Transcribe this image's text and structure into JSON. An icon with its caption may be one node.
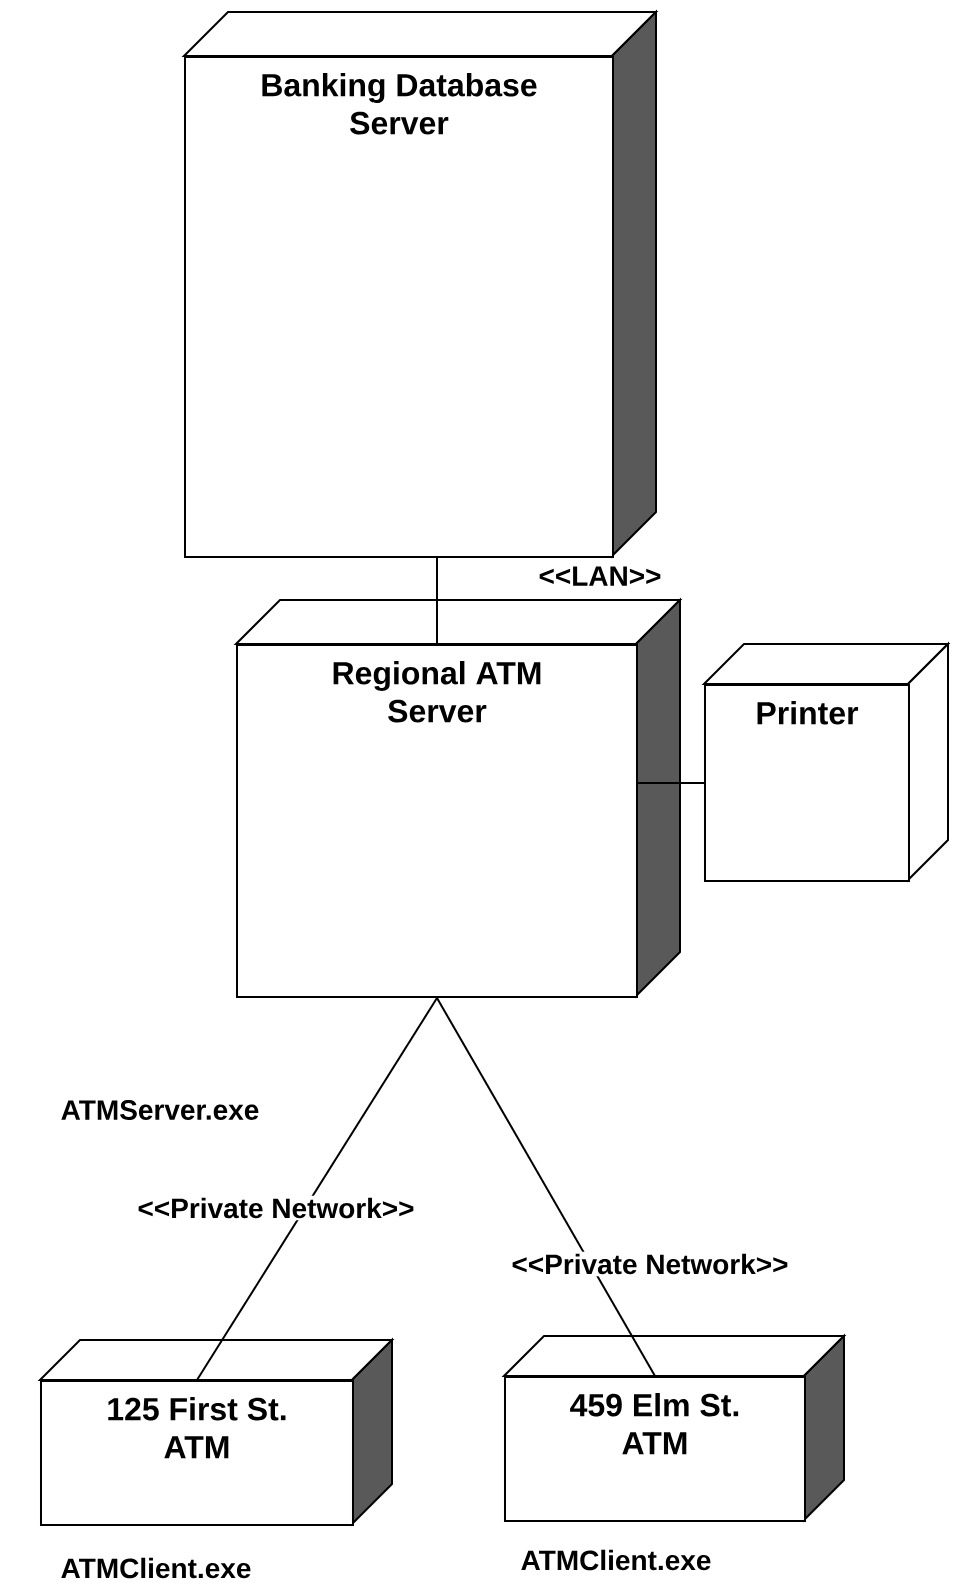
{
  "diagram": {
    "nodes": [
      {
        "text": [
          "Banking Database Server"
        ]
      },
      {
        "text": [
          "Regional ATM Server"
        ],
        "beside": [
          "ATMServer.exe"
        ]
      },
      {
        "text": [
          "Printer"
        ]
      },
      {
        "text": [
          "125 First St. ATM"
        ],
        "beside": [
          "ATMClient.exe"
        ]
      },
      {
        "text": [
          "459 Elm St. ATM"
        ],
        "beside": [
          "ATMClient.exe"
        ]
      }
    ],
    "edges": [
      {
        "from": 0,
        "to": 1,
        "arrow": "none",
        "label": "<<LAN>>"
      },
      {
        "from": 1,
        "to": 2,
        "arrow": "none"
      },
      {
        "from": 1,
        "to": 3,
        "arrow": "none",
        "label": "<<Private Network>>"
      },
      {
        "from": 1,
        "to": 4,
        "arrow": "none",
        "label": "<<Private Network>>"
      }
    ]
  }
}
